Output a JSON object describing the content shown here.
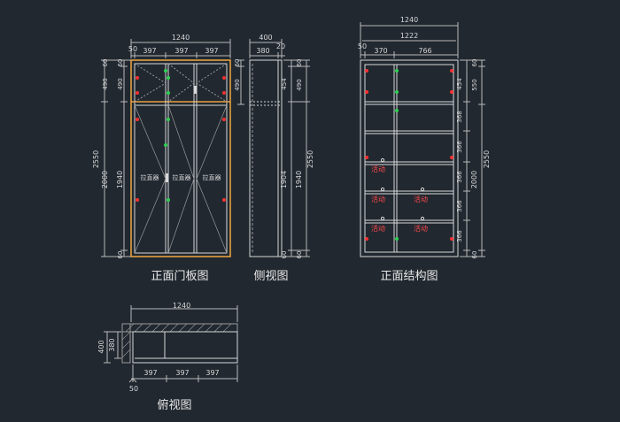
{
  "colors": {
    "background": "#212830",
    "line": "#d8d8d8",
    "dim": "#b9b9b9",
    "door": "#e6a040",
    "hinge_red": "#ff3030",
    "hinge_green": "#2fd050",
    "mark_red": "#ff4a4a"
  },
  "front": {
    "caption": "正面门板图",
    "dims": {
      "total_width": "1240",
      "edge": "50",
      "door_w1": "397",
      "door_w2": "397",
      "door_w3": "397",
      "left_h": "2550",
      "left_h_inner": "2000",
      "left_60_top": "60",
      "left_490": "490",
      "left_1940": "1940",
      "left_60_bottom": "60",
      "right_60": "60",
      "right_490": "490"
    },
    "panel_labels": [
      "拉直器",
      "拉直器",
      "拉直器"
    ]
  },
  "side": {
    "caption": "侧视图",
    "dims": {
      "depth": "400",
      "depth_inner": "380",
      "back": "20",
      "h_454": "454",
      "h_1904": "1904",
      "h_60_left": "60",
      "r_60_top": "60",
      "r_490": "490",
      "r_2550": "2550",
      "r_1940": "1940",
      "r_60_bottom": "60"
    }
  },
  "structure": {
    "caption": "正面结构图",
    "dims": {
      "total_width": "1240",
      "inner_width": "1222",
      "edge": "50",
      "left_w": "370",
      "right_w": "766",
      "h_454": "454",
      "h_368": "368",
      "h_366a": "366",
      "h_366b": "366",
      "h_366c": "366",
      "h_366d": "366",
      "r_60_top": "60",
      "r_550": "550",
      "r_2550": "2550",
      "r_2000": "2000",
      "r_60_bottom": "60"
    },
    "shelf_labels": [
      "活动",
      "活动",
      "活动",
      "活动",
      "活动"
    ]
  },
  "top": {
    "caption": "俯视图",
    "dims": {
      "width": "1240",
      "depth": "400",
      "depth_inner": "380",
      "seg1": "397",
      "seg2": "397",
      "seg3": "397",
      "edge": "50"
    }
  }
}
